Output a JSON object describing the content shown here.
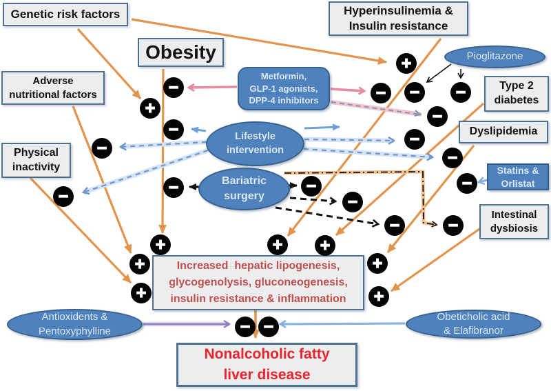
{
  "nodes": {
    "genetic": {
      "label": "Genetic risk factors"
    },
    "obesity": {
      "label": "Obesity"
    },
    "adverse": {
      "line1": "Adverse",
      "line2": "nutritional factors"
    },
    "physical": {
      "line1": "Physical",
      "line2": "inactivity"
    },
    "hyperinsulinemia": {
      "line1": "Hyperinsulinemia &",
      "line2": "Insulin resistance"
    },
    "type2_diabetes": {
      "line1": "Type 2",
      "line2": "diabetes"
    },
    "dyslipidemia": {
      "label": "Dyslipidemia"
    },
    "intestinal_dysbiosis": {
      "line1": "Intestinal",
      "line2": "dysbiosis"
    },
    "increased_hepatic": {
      "line1": "Increased  hepatic lipogenesis,",
      "line2": "glycogenolysis, gluconeogenesis,",
      "line3": "insulin resistance & inflammation"
    },
    "nafld": {
      "line1": "Nonalcoholic fatty",
      "line2": "liver disease"
    }
  },
  "treatments": {
    "pioglitazone": {
      "label": "Pioglitazone"
    },
    "incretin_drugs": {
      "line1": "Metformin,",
      "line2": "GLP-1 agonists,",
      "line3": "DPP-4 inhibitors"
    },
    "lifestyle": {
      "line1": "Lifestyle",
      "line2": "intervention"
    },
    "bariatric": {
      "line1": "Bariatric",
      "line2": "surgery"
    },
    "statins": {
      "line1": "Statins &",
      "line2": "Orlistat"
    },
    "antioxidants": {
      "line1": "Antioxidents &",
      "line2": "Pentoxyphylline"
    },
    "obeticholic": {
      "line1": "Obeticholic acid",
      "line2": "& Elafibranor"
    }
  },
  "symbols": {
    "plus": "+",
    "minus": "−"
  },
  "colors": {
    "node_fill": "#ebedee",
    "node_border": "#4f7191",
    "treatment_fill": "#4f81bd",
    "treatment_border": "#36618f",
    "treatment_text": "#d9e8f8",
    "orange_arrow": "#e2944d",
    "blue_arrow": "#6ea2d9",
    "blue_dashed_arrow": "#6b96cc",
    "pink_arrow": "#e78b9e",
    "pink_dashed_arrow": "#8496b4",
    "purple_arrow": "#8f7ec2",
    "light_blue_arrow": "#84aede",
    "black_arrow": "#111111",
    "increased_text": "#c0504d",
    "nafld_text": "#e9242b",
    "badge_bg": "#050505",
    "badge_text": "#ffffff"
  }
}
